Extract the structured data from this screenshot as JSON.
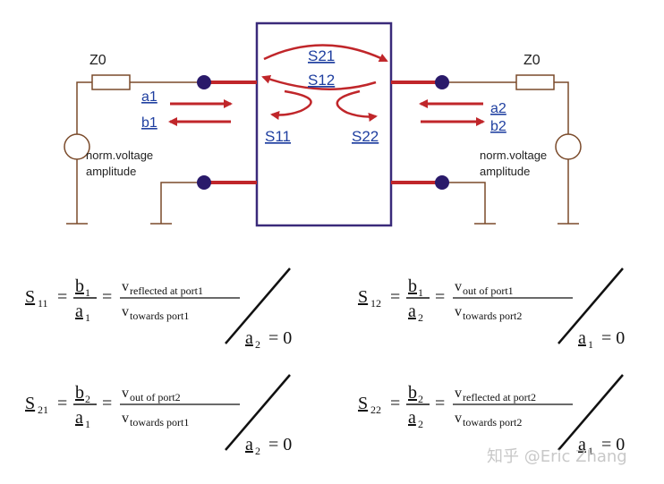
{
  "diagram": {
    "left": {
      "impedance_label": "Z0",
      "incident_label": "a1",
      "reflected_label": "b1",
      "source_label_line1": "norm.voltage",
      "source_label_line2": "amplitude"
    },
    "right": {
      "impedance_label": "Z0",
      "incident_label": "a2",
      "reflected_label": "b2",
      "source_label_line1": "norm.voltage",
      "source_label_line2": "amplitude"
    },
    "s_params": {
      "s21": "S21",
      "s12": "S12",
      "s11": "S11",
      "s22": "S22"
    },
    "colors": {
      "wire": "#7a4a2a",
      "port_line": "#c0262a",
      "arrow": "#c0262a",
      "box": "#3a2a7a",
      "dot": "#2a1a6a",
      "label": "#1f3fa0"
    }
  },
  "equations": [
    {
      "lhs": "S",
      "lhs_sub": "11",
      "num": "b",
      "num_sub": "1",
      "den": "a",
      "den_sub": "1",
      "v_num": "v",
      "v_num_sub": "reflected at port1",
      "v_den": "v",
      "v_den_sub": "towards port1",
      "cond_var": "a",
      "cond_sub": "2",
      "cond_rhs": "= 0"
    },
    {
      "lhs": "S",
      "lhs_sub": "12",
      "num": "b",
      "num_sub": "1",
      "den": "a",
      "den_sub": "2",
      "v_num": "v",
      "v_num_sub": "out of port1",
      "v_den": "v",
      "v_den_sub": "towards port2",
      "cond_var": "a",
      "cond_sub": "1",
      "cond_rhs": "= 0"
    },
    {
      "lhs": "S",
      "lhs_sub": "21",
      "num": "b",
      "num_sub": "2",
      "den": "a",
      "den_sub": "1",
      "v_num": "v",
      "v_num_sub": "out of port2",
      "v_den": "v",
      "v_den_sub": "towards port1",
      "cond_var": "a",
      "cond_sub": "2",
      "cond_rhs": "= 0"
    },
    {
      "lhs": "S",
      "lhs_sub": "22",
      "num": "b",
      "num_sub": "2",
      "den": "a",
      "den_sub": "2",
      "v_num": "v",
      "v_num_sub": "reflected at port2",
      "v_den": "v",
      "v_den_sub": "towards port2",
      "cond_var": "a",
      "cond_sub": "1",
      "cond_rhs": "= 0"
    }
  ],
  "watermark": "知乎 @Eric Zhang"
}
